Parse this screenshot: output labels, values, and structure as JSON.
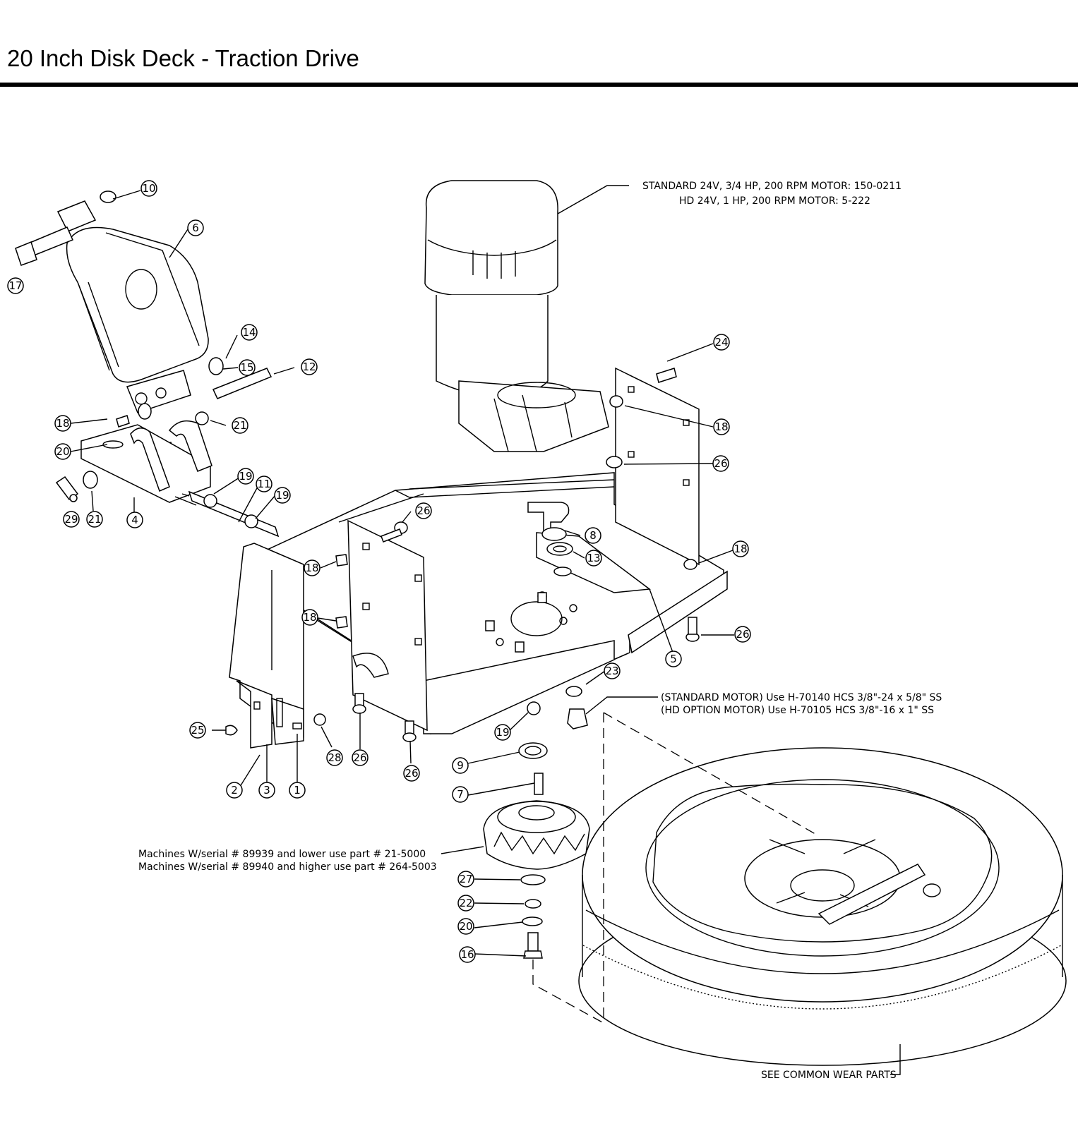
{
  "title": "20 Inch Disk Deck - Traction Drive",
  "callouts": [
    {
      "id": "c10",
      "label": "10"
    },
    {
      "id": "c6",
      "label": "6"
    },
    {
      "id": "c17",
      "label": "17"
    },
    {
      "id": "c14",
      "label": "14"
    },
    {
      "id": "c15",
      "label": "15"
    },
    {
      "id": "c12",
      "label": "12"
    },
    {
      "id": "c18a",
      "label": "18"
    },
    {
      "id": "c21a",
      "label": "21"
    },
    {
      "id": "c20a",
      "label": "20"
    },
    {
      "id": "c29",
      "label": "29"
    },
    {
      "id": "c21b",
      "label": "21"
    },
    {
      "id": "c4",
      "label": "4"
    },
    {
      "id": "c19a",
      "label": "19"
    },
    {
      "id": "c11",
      "label": "11"
    },
    {
      "id": "c19b",
      "label": "19"
    },
    {
      "id": "c24",
      "label": "24"
    },
    {
      "id": "c18b",
      "label": "18"
    },
    {
      "id": "c26a",
      "label": "26"
    },
    {
      "id": "c26b",
      "label": "26"
    },
    {
      "id": "c8",
      "label": "8"
    },
    {
      "id": "c13",
      "label": "13"
    },
    {
      "id": "c18c",
      "label": "18"
    },
    {
      "id": "c18d",
      "label": "18"
    },
    {
      "id": "c18e",
      "label": "18"
    },
    {
      "id": "c26c",
      "label": "26"
    },
    {
      "id": "c5",
      "label": "5"
    },
    {
      "id": "c23",
      "label": "23"
    },
    {
      "id": "c25",
      "label": "25"
    },
    {
      "id": "c28",
      "label": "28"
    },
    {
      "id": "c26d",
      "label": "26"
    },
    {
      "id": "c26e",
      "label": "26"
    },
    {
      "id": "c19c",
      "label": "19"
    },
    {
      "id": "c2",
      "label": "2"
    },
    {
      "id": "c3",
      "label": "3"
    },
    {
      "id": "c1",
      "label": "1"
    },
    {
      "id": "c9",
      "label": "9"
    },
    {
      "id": "c7",
      "label": "7"
    },
    {
      "id": "c27",
      "label": "27"
    },
    {
      "id": "c22",
      "label": "22"
    },
    {
      "id": "c20b",
      "label": "20"
    },
    {
      "id": "c16",
      "label": "16"
    }
  ],
  "notes": {
    "motor_line1": "STANDARD 24V, 3/4 HP, 200 RPM MOTOR: 150-0211",
    "motor_line2": "HD 24V, 1 HP, 200 RPM MOTOR: 5-222",
    "bolt_line1": "(STANDARD MOTOR) Use H-70140 HCS 3/8\"-24 x 5/8\" SS",
    "bolt_line2": "(HD OPTION MOTOR) Use H-70105 HCS 3/8\"-16 x 1\" SS",
    "hub_line1": "Machines W/serial # 89939 and lower use part # 21-5000",
    "hub_line2": "Machines W/serial # 89940 and higher use part # 264-5003",
    "wear": "SEE COMMON WEAR PARTS"
  }
}
